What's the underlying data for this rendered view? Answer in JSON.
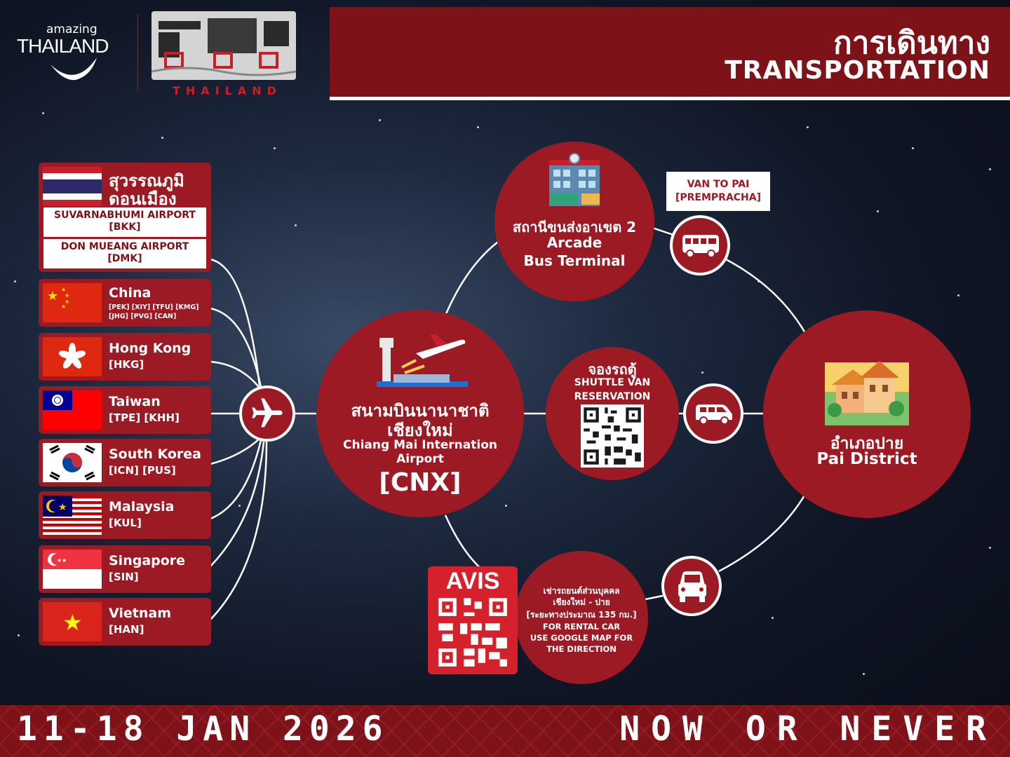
{
  "header": {
    "title_th": "การเดินทาง",
    "title_en": "TRANSPORTATION"
  },
  "logos": {
    "amazing_top": "amazing",
    "amazing_main": "THAILAND",
    "event_sub": "THAILAND"
  },
  "origins": {
    "thailand": {
      "name_line1": "สุวรรณภูมิ",
      "name_line2": "ดอนเมือง",
      "airport1_line1": "SUVARNABHUMI AIRPORT",
      "airport1_line2": "[BKK]",
      "airport2_line1": "DON MUEANG AIRPORT",
      "airport2_line2": "[DMK]"
    },
    "countries": [
      {
        "name": "China",
        "code_line1": "[PEK] [XIY] [TFU] [KMG]",
        "code_line2": "[JHG] [PVG] [CAN]"
      },
      {
        "name": "Hong Kong",
        "code_line1": "[HKG]"
      },
      {
        "name": "Taiwan",
        "code_line1": "[TPE] [KHH]"
      },
      {
        "name": "South Korea",
        "code_line1": "[ICN] [PUS]"
      },
      {
        "name": "Malaysia",
        "code_line1": "[KUL]"
      },
      {
        "name": "Singapore",
        "code_line1": "[SIN]"
      },
      {
        "name": "Vietnam",
        "code_line1": "[HAN]"
      }
    ]
  },
  "cnx": {
    "name_th_line1": "สนามบินนานาชาติ",
    "name_th_line2": "เชียงใหม่",
    "name_en_line1": "Chiang Mai Internation",
    "name_en_line2": "Airport",
    "code": "[CNX]"
  },
  "bus_terminal": {
    "name_th": "สถานีขนส่งอาเขต 2",
    "name_en_line1": "Arcade",
    "name_en_line2": "Bus Terminal"
  },
  "van_label": {
    "line1": "VAN TO PAI",
    "line2": "[PREMPRACHA]"
  },
  "shuttle": {
    "title_th": "จองรถตู้",
    "line1": "SHUTTLE VAN",
    "line2": "RESERVATION"
  },
  "pai": {
    "name_th": "อำเภอปาย",
    "name_en": "Pai District"
  },
  "rental": {
    "brand": "AVIS",
    "th_line1": "เช่ารถยนต์ส่วนบุคคล",
    "th_line2": "เชียงใหม่ - ปาย",
    "th_line3": "[ระยะทางประมาณ 135 กม.]",
    "en_line1": "FOR RENTAL CAR",
    "en_line2": "USE GOOGLE MAP FOR",
    "en_line3": "THE DIRECTION"
  },
  "footer": {
    "date": "11-18 JAN 2026",
    "slogan": "NOW OR NEVER"
  },
  "colors": {
    "primary": "#9c1a24",
    "dark_red": "#7e1219",
    "white": "#ffffff"
  },
  "icons": [
    "plane-icon",
    "bus-icon",
    "van-icon",
    "car-icon",
    "airport-icon",
    "building-icon",
    "village-icon",
    "qr-code"
  ]
}
